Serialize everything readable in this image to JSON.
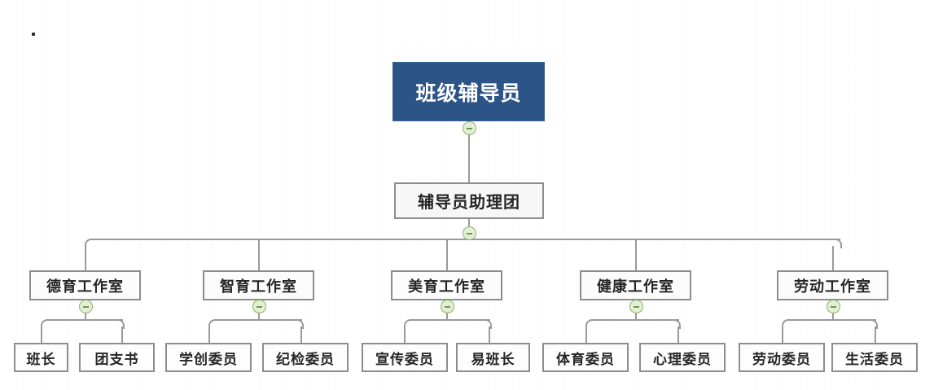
{
  "diagram": {
    "type": "organization-chart",
    "title_node": "班级辅导员",
    "colors": {
      "root_fill": "#2d5486",
      "root_text": "#ffffff",
      "box_fill": "#f7f7f7",
      "box_border": "#8d8d8d",
      "box_text": "#262626",
      "connector": "#9a9a9a",
      "toggle_fill": "#e2efd6",
      "toggle_border": "#8fb46a"
    },
    "toggle_icon": "collapse-minus-icon",
    "levels": {
      "level1": {
        "label": "班级辅导员"
      },
      "level2": {
        "label": "辅导员助理团"
      },
      "level3": [
        {
          "label": "德育工作室"
        },
        {
          "label": "智育工作室"
        },
        {
          "label": "美育工作室"
        },
        {
          "label": "健康工作室"
        },
        {
          "label": "劳动工作室"
        }
      ],
      "level4": [
        {
          "label": "班长"
        },
        {
          "label": "团支书"
        },
        {
          "label": "学创委员"
        },
        {
          "label": "纪检委员"
        },
        {
          "label": "宣传委员"
        },
        {
          "label": "易班长"
        },
        {
          "label": "体育委员"
        },
        {
          "label": "心理委员"
        },
        {
          "label": "劳动委员"
        },
        {
          "label": "生活委员"
        }
      ]
    }
  }
}
